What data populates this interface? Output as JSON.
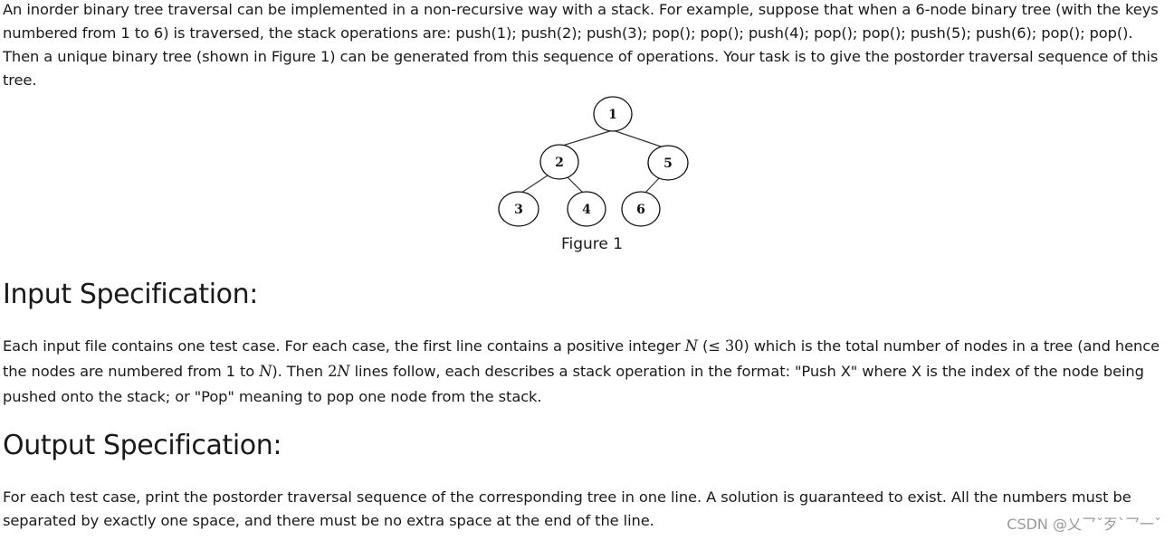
{
  "intro": {
    "text": "An inorder binary tree traversal can be implemented in a non-recursive way with a stack. For example, suppose that when a 6-node binary tree (with the keys numbered from 1 to 6) is traversed, the stack operations are: push(1); push(2); push(3); pop(); pop(); push(4); pop(); pop(); push(5); push(6); pop(); pop(). Then a unique binary tree (shown in Figure 1) can be generated from this sequence of operations. Your task is to give the postorder traversal sequence of this tree."
  },
  "figure": {
    "caption": "Figure 1",
    "nodes": [
      "1",
      "2",
      "5",
      "3",
      "4",
      "6"
    ]
  },
  "input_spec": {
    "heading": "Input Specification:",
    "part1": "Each input file contains one test case. For each case, the first line contains a positive integer ",
    "var_n": "N",
    "open_paren": " (",
    "leq": "≤ 30",
    "part2": ") which is the total number of nodes in a tree (and hence the nodes are numbered from 1 to ",
    "var_n2": "N",
    "part3": "). Then ",
    "two_n_coef": "2",
    "two_n_var": "N",
    "part4": " lines follow, each describes a stack operation in the format: \"Push X\" where X is the index of the node being pushed onto the stack; or \"Pop\" meaning to pop one node from the stack."
  },
  "output_spec": {
    "heading": "Output Specification:",
    "text": "For each test case, print the postorder traversal sequence of the corresponding tree in one line. A solution is guaranteed to exist. All the numbers must be separated by exactly one space, and there must be no extra space at the end of the line."
  },
  "watermark": "CSDN @乂乛ˇ歹ˋ乛一ˇ"
}
